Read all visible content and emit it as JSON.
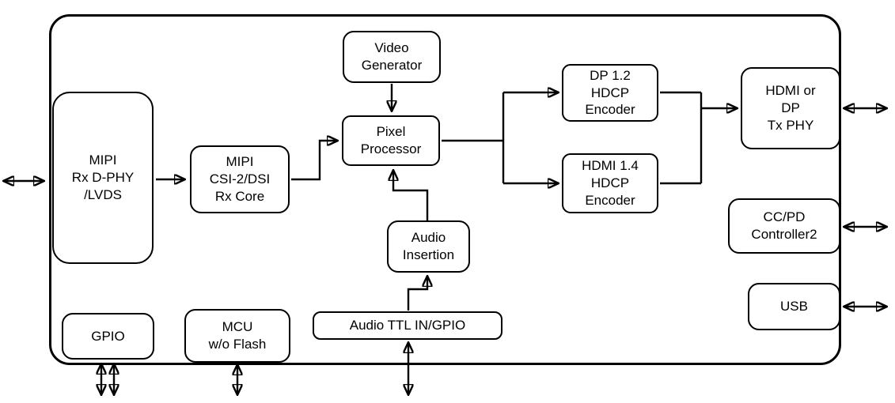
{
  "diagram": {
    "type": "block-diagram",
    "description": "Video bridge SoC block diagram",
    "colors": {
      "background": "#ffffff",
      "line": "#000000",
      "block_fill": "#ffffff",
      "text": "#000000"
    },
    "blocks": {
      "mipi_rx_dphy": "MIPI\nRx D-PHY\n/LVDS",
      "mipi_csi_rx_core": "MIPI\nCSI-2/DSI\nRx Core",
      "video_generator": "Video\nGenerator",
      "pixel_processor": "Pixel\nProcessor",
      "audio_insertion": "Audio\nInsertion",
      "audio_ttl_gpio": "Audio TTL IN/GPIO",
      "dp_hdcp_encoder": "DP 1.2\nHDCP\nEncoder",
      "hdmi_hdcp_encoder": "HDMI 1.4\nHDCP\nEncoder",
      "tx_phy": "HDMI or\nDP\nTx PHY",
      "ccpd_controller": "CC/PD\nController2",
      "usb": "USB",
      "gpio": "GPIO",
      "mcu": "MCU\nw/o Flash"
    }
  }
}
